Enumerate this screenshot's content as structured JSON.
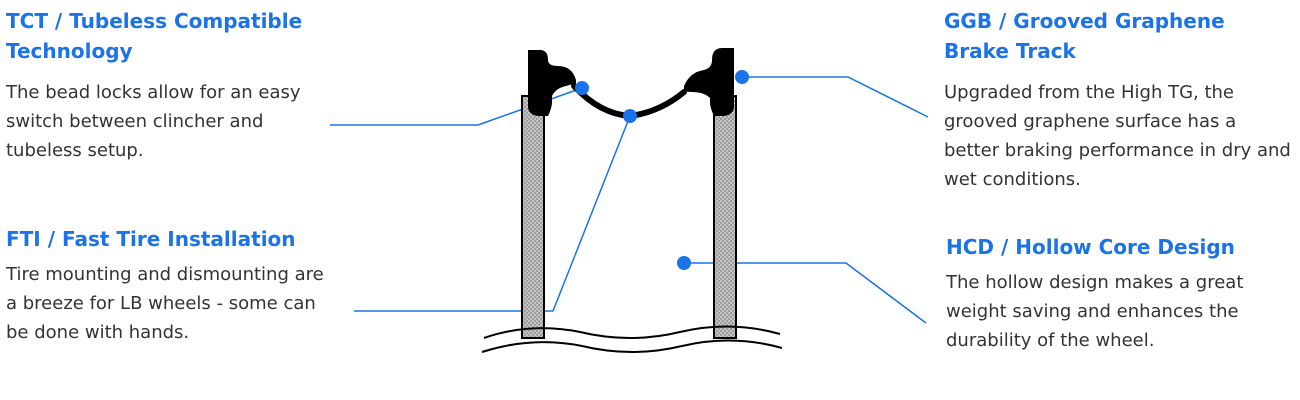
{
  "features": {
    "tct": {
      "title": "TCT / Tubeless Compatible Technology",
      "description": "The bead locks allow for an easy switch between clincher and tubeless setup."
    },
    "fti": {
      "title": "FTI / Fast Tire Installation",
      "description": "Tire mounting and dismounting are a breeze for LB wheels - some can be done with hands."
    },
    "ggb": {
      "title": "GGB / Grooved Graphene Brake Track",
      "description": "Upgraded from the High TG, the grooved graphene surface has a better braking performance in dry and wet conditions."
    },
    "hcd": {
      "title": "HCD / Hollow Core Design",
      "description": "The hollow design makes a great weight saving and enhances the durability of the wheel."
    }
  },
  "colors": {
    "heading": "#1a73e8",
    "body_text": "#333333",
    "marker": "#1a73e8",
    "leader_line": "#1a73e8",
    "rim_outline": "#000000",
    "rim_fill": "#a8a8a8"
  }
}
